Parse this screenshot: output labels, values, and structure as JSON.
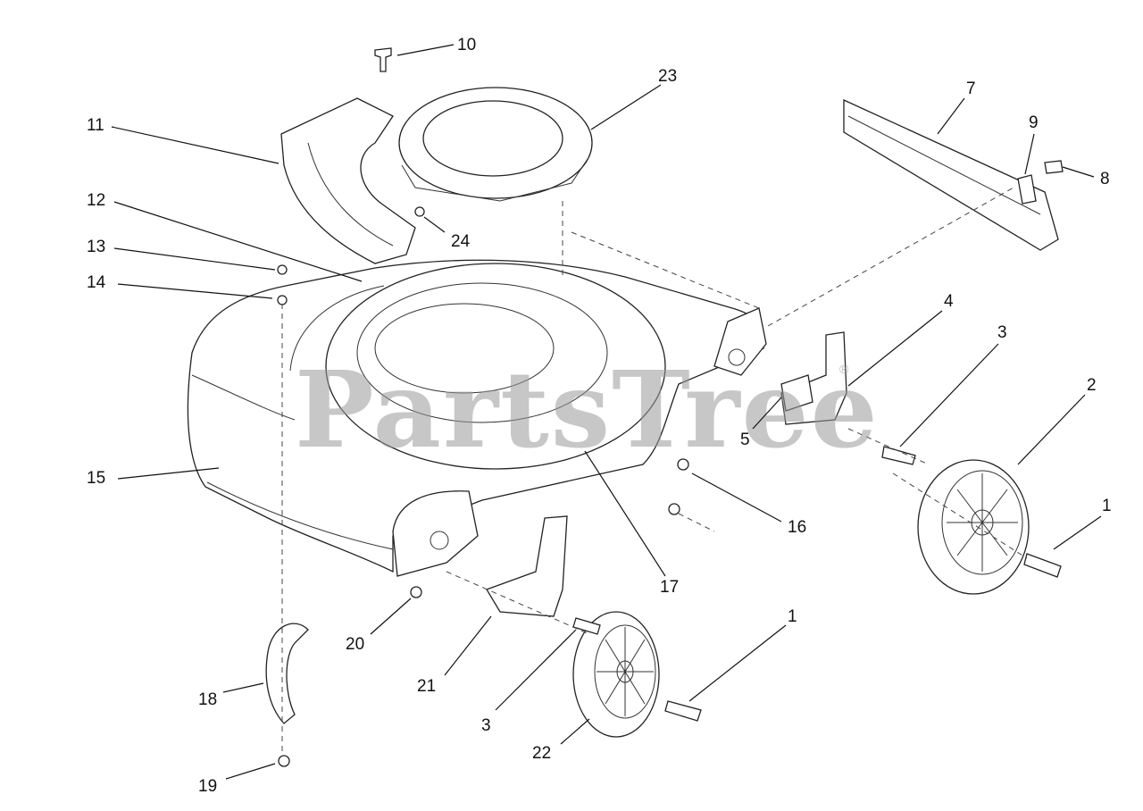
{
  "diagram": {
    "watermark": "PartsTree",
    "watermark_mark": "®",
    "callouts": [
      "10",
      "23",
      "11",
      "7",
      "9",
      "8",
      "12",
      "24",
      "13",
      "14",
      "4",
      "3",
      "2",
      "5",
      "15",
      "16",
      "17",
      "1",
      "20",
      "21",
      "18",
      "3",
      "22",
      "1",
      "19"
    ]
  }
}
